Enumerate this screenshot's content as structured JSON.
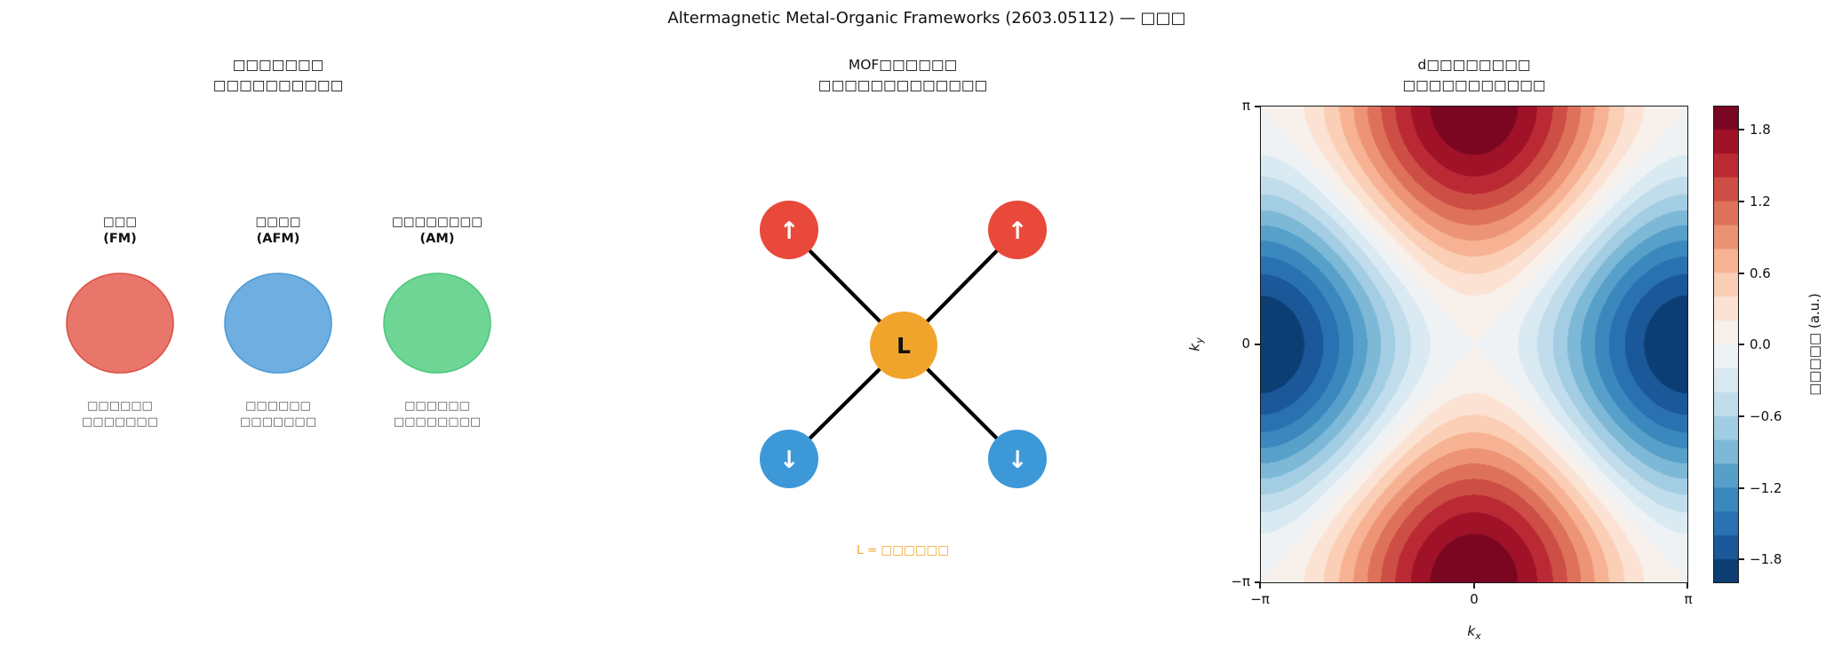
{
  "figure": {
    "title": "Altermagnetic Metal-Organic Frameworks (2603.05112) — □□□"
  },
  "left_panel": {
    "title_line1": "□□□□□□□",
    "title_line2": "□□□□□□□□□□",
    "items": [
      {
        "name_line": "□□□",
        "abbr": "(FM)",
        "desc_line1": "□□□□□□",
        "desc_line2": "□□□□□□□",
        "fill": "#E8766B",
        "stroke": "#DA5347"
      },
      {
        "name_line": "□□□□",
        "abbr": "(AFM)",
        "desc_line1": "□□□□□□",
        "desc_line2": "□□□□□□□",
        "fill": "#6FAEE0",
        "stroke": "#4E9AD5"
      },
      {
        "name_line": "□□□□□□□□",
        "abbr": "(AM)",
        "desc_line1": "□□□□□□",
        "desc_line2": "□□□□□□□□",
        "fill": "#6FD595",
        "stroke": "#4CC87D"
      }
    ]
  },
  "middle_panel": {
    "title_line1": "MOF□□□□□□",
    "title_line2": "□□□□□□□□□□□□□",
    "center_label": "L",
    "spin_up_symbol": "↑",
    "spin_down_symbol": "↓",
    "caption": "L = □□□□□□",
    "colors": {
      "metal_up": "#E8493A",
      "metal_down": "#3D98D8",
      "linker": "#F1A42B",
      "bond": "#000000",
      "caption_text": "#F1A42B"
    }
  },
  "right_panel": {
    "title_line1": "d□□□□□□□□",
    "title_line2": "□□□□□□□□□□□",
    "xlabel_base": "k",
    "xlabel_sub": "x",
    "ylabel_base": "k",
    "ylabel_sub": "y",
    "xticks": [
      "−π",
      "0",
      "π"
    ],
    "yticks": [
      "π",
      "0",
      "−π"
    ],
    "colorbar": {
      "tick_labels": [
        "1.8",
        "1.2",
        "0.6",
        "0.0",
        "−0.6",
        "−1.2",
        "−1.8"
      ],
      "label_boxes": "□□□□□",
      "label_unit": " (a.u.)"
    }
  },
  "chart_data": {
    "type": "heatmap",
    "title": "d□□□□□□□□ □□□□□□□□□□□",
    "function": "f(kx, ky) = cos(kx) − cos(ky)",
    "xlabel": "k_x",
    "ylabel": "k_y",
    "x_range_labels": [
      "−π",
      "π"
    ],
    "y_range_labels": [
      "−π",
      "π"
    ],
    "x_range": [
      -3.14159265,
      3.14159265
    ],
    "y_range": [
      -3.14159265,
      3.14159265
    ],
    "value_range": [
      -2,
      2
    ],
    "n_levels": 20,
    "level_step": 0.2,
    "colormap": "RdBu_r",
    "colormap_rgb": [
      [
        5,
        48,
        97
      ],
      [
        33,
        102,
        172
      ],
      [
        67,
        147,
        195
      ],
      [
        146,
        197,
        222
      ],
      [
        209,
        229,
        240
      ],
      [
        247,
        247,
        247
      ],
      [
        253,
        219,
        199
      ],
      [
        244,
        165,
        130
      ],
      [
        214,
        96,
        77
      ],
      [
        178,
        24,
        43
      ],
      [
        103,
        0,
        31
      ]
    ],
    "colorbar_label": "□□□□□ (a.u.)",
    "colorbar_ticks": [
      1.8,
      1.2,
      0.6,
      0.0,
      -0.6,
      -1.2,
      -1.8
    ],
    "grid": false,
    "legend": "colorbar-right",
    "extrema": [
      {
        "at": "kx=0, ky=±π",
        "value": 2,
        "color_meaning": "dark red (spin-up band shift)"
      },
      {
        "at": "kx=±π, ky=0",
        "value": -2,
        "color_meaning": "dark blue (spin-down band shift)"
      },
      {
        "at": "kx=0, ky=0",
        "value": 0,
        "color_meaning": "white (nodal)"
      }
    ]
  }
}
